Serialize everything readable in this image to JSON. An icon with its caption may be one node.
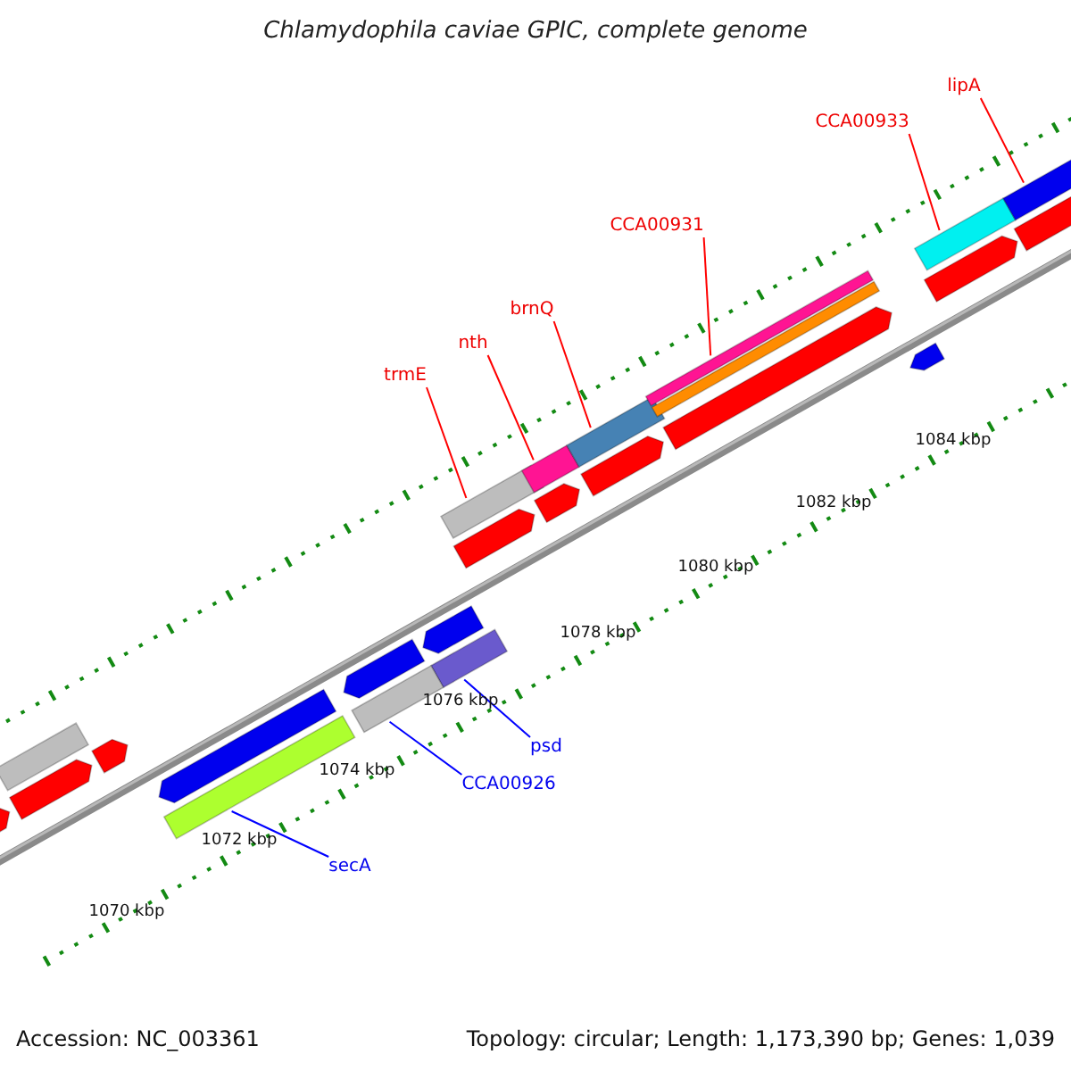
{
  "diagram": {
    "title": "Chlamydophila caviae GPIC, complete genome",
    "nodes": [
      {
        "text": [
          "trmE"
        ]
      },
      {
        "text": [],
        "shape": "bar"
      },
      {
        "text": [
          "nth"
        ]
      },
      {
        "text": [],
        "shape": "bar"
      },
      {
        "text": [
          "brnQ"
        ]
      },
      {
        "text": [],
        "shape": "bar"
      },
      {
        "text": [
          "CCA00931"
        ]
      },
      {
        "text": [],
        "shape": "bar"
      },
      {
        "text": [
          "CCA00933"
        ]
      },
      {
        "text": [],
        "shape": "bar"
      },
      {
        "text": [
          "lipA"
        ]
      },
      {
        "text": [],
        "shape": "bar"
      },
      {
        "text": [
          "psd"
        ]
      },
      {
        "text": [],
        "shape": "bar"
      },
      {
        "text": [
          "CCA00926"
        ]
      },
      {
        "text": [],
        "shape": "bar"
      },
      {
        "text": [
          "secA"
        ]
      },
      {
        "text": [],
        "shape": "bar"
      },
      {
        "text": [],
        "shape": "bar"
      },
      {
        "text": [],
        "shape": "bar"
      },
      {
        "text": [],
        "shape": "bar"
      },
      {
        "text": [],
        "shape": "bar"
      },
      {
        "text": [],
        "shape": "bar"
      },
      {
        "text": [],
        "shape": "bar"
      },
      {
        "text": [],
        "shape": "bar"
      },
      {
        "text": [],
        "shape": "bar"
      },
      {
        "text": [],
        "shape": "bar"
      },
      {
        "text": [],
        "shape": "bar"
      },
      {
        "text": [],
        "shape": "bar"
      },
      {
        "text": [],
        "shape": "bar"
      },
      {
        "text": [],
        "shape": "bar"
      },
      {
        "text": [],
        "shape": "bar"
      },
      {
        "text": [],
        "shape": "bar"
      }
    ],
    "edges": [
      {
        "from": 0,
        "to": 1,
        "arrow": "none"
      },
      {
        "from": 2,
        "to": 3,
        "arrow": "none"
      },
      {
        "from": 4,
        "to": 5,
        "arrow": "none"
      },
      {
        "from": 6,
        "to": 7,
        "arrow": "none"
      },
      {
        "from": 8,
        "to": 9,
        "arrow": "none"
      },
      {
        "from": 10,
        "to": 11,
        "arrow": "none"
      },
      {
        "from": 12,
        "to": 13,
        "arrow": "none",
        "color": "#0000ff"
      },
      {
        "from": 14,
        "to": 15,
        "arrow": "none",
        "color": "#0000ff"
      },
      {
        "from": 16,
        "to": 17,
        "arrow": "none",
        "color": "#0000ff"
      }
    ],
    "labels": [
      "1084 kbp",
      "1082 kbp",
      "1080 kbp",
      "1078 kbp",
      "1076 kbp",
      "1074 kbp",
      "1072 kbp",
      "1070 kbp",
      "Accession: NC_003361",
      "Topology: circular; Length: 1,173,390 bp; Genes: 1,039"
    ]
  }
}
